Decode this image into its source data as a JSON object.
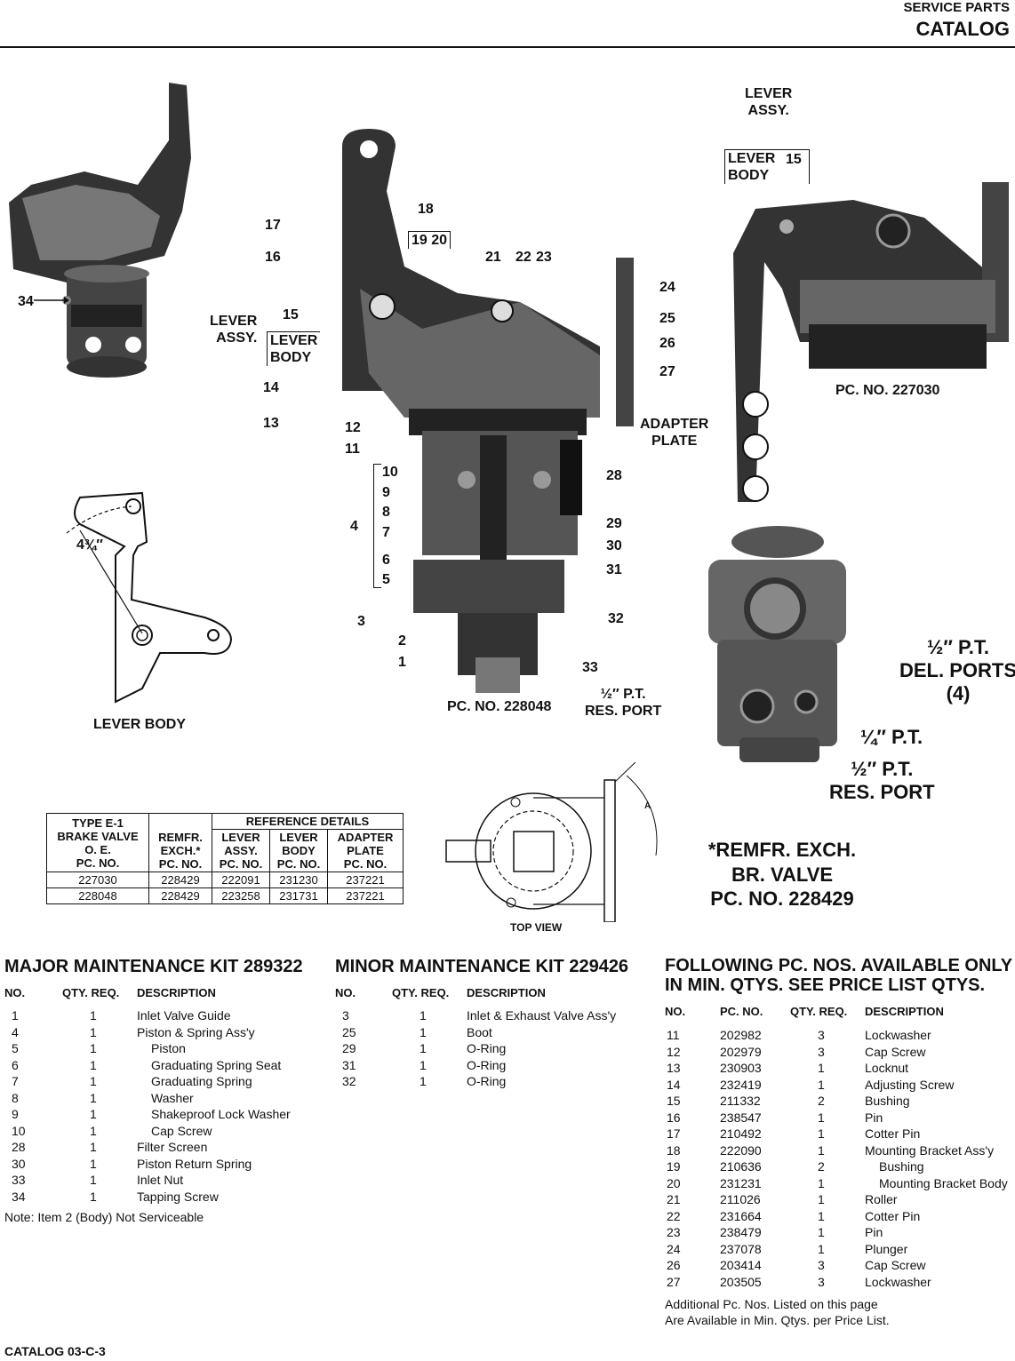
{
  "header": {
    "line1": "SERVICE PARTS",
    "line2": "CATALOG"
  },
  "figure_labels": {
    "lever_assy_top": "LEVER\nASSY.",
    "lever_body_right": "LEVER\nBODY",
    "lever_assy_mid": "LEVER\nASSY.",
    "lever_body_mid": "LEVER\nBODY",
    "adapter_plate": "ADAPTER\nPLATE",
    "res_port_mid": "½″ P.T.\nRES. PORT",
    "pc_no_mid": "PC. NO. 228048",
    "pc_no_right": "PC. NO. 227030",
    "lever_body_left": "LEVER BODY",
    "dim": "4¾″",
    "del_ports": "½″ P.T.\nDEL. PORTS\n(4)",
    "quarter_pt": "¼″ P.T.",
    "res_port_right": "½″ P.T.\nRES. PORT",
    "top_view": "TOP VIEW",
    "angle_a": "A",
    "n34": "34",
    "callouts": [
      "18",
      "19 20",
      "17",
      "16",
      "15",
      "14",
      "13",
      "12",
      "11",
      "10",
      "9",
      "8",
      "7",
      "6",
      "5",
      "4",
      "3",
      "2",
      "1",
      "21",
      "22",
      "23",
      "24",
      "25",
      "26",
      "27",
      "28",
      "29",
      "30",
      "31",
      "32",
      "33",
      "15"
    ]
  },
  "remfr": {
    "line1": "*REMFR. EXCH.",
    "line2": "BR. VALVE",
    "line3": "PC. NO. 228429"
  },
  "ref_table": {
    "group_header": "REFERENCE DETAILS",
    "h1": "TYPE E-1\nBRAKE VALVE\nO. E.\nPC. NO.",
    "h2": "REMFR.\nEXCH.*\nPC. NO.",
    "h3": "LEVER\nASSY.\nPC. NO.",
    "h4": "LEVER\nBODY\nPC. NO.",
    "h5": "ADAPTER\nPLATE\nPC. NO.",
    "rows": [
      [
        "227030",
        "228429",
        "222091",
        "231230",
        "237221"
      ],
      [
        "228048",
        "228429",
        "223258",
        "231731",
        "237221"
      ]
    ]
  },
  "major_kit": {
    "title": "MAJOR MAINTENANCE KIT 289322",
    "cols": [
      "NO.",
      "QTY. REQ.",
      "DESCRIPTION"
    ],
    "rows": [
      [
        "1",
        "1",
        "Inlet Valve Guide",
        0
      ],
      [
        "4",
        "1",
        "Piston & Spring Ass'y",
        0
      ],
      [
        "5",
        "1",
        "Piston",
        1
      ],
      [
        "6",
        "1",
        "Graduating Spring Seat",
        1
      ],
      [
        "7",
        "1",
        "Graduating Spring",
        1
      ],
      [
        "8",
        "1",
        "Washer",
        1
      ],
      [
        "9",
        "1",
        "Shakeproof Lock Washer",
        1
      ],
      [
        "10",
        "1",
        "Cap Screw",
        1
      ],
      [
        "28",
        "1",
        "Filter Screen",
        0
      ],
      [
        "30",
        "1",
        "Piston Return Spring",
        0
      ],
      [
        "33",
        "1",
        "Inlet Nut",
        0
      ],
      [
        "34",
        "1",
        "Tapping Screw",
        0
      ]
    ],
    "note": "Note: Item 2 (Body) Not Serviceable"
  },
  "minor_kit": {
    "title": "MINOR MAINTENANCE KIT 229426",
    "cols": [
      "NO.",
      "QTY. REQ.",
      "DESCRIPTION"
    ],
    "rows": [
      [
        "3",
        "1",
        "Inlet & Exhaust Valve Ass'y"
      ],
      [
        "25",
        "1",
        "Boot"
      ],
      [
        "29",
        "1",
        "O-Ring"
      ],
      [
        "31",
        "1",
        "O-Ring"
      ],
      [
        "32",
        "1",
        "O-Ring"
      ]
    ]
  },
  "min_qty": {
    "title1": "FOLLOWING PC. NOS. AVAILABLE ONLY",
    "title2": "IN MIN. QTYS. SEE PRICE LIST QTYS.",
    "cols": [
      "NO.",
      "PC. NO.",
      "QTY. REQ.",
      "DESCRIPTION"
    ],
    "rows": [
      [
        "11",
        "202982",
        "3",
        "Lockwasher",
        0
      ],
      [
        "12",
        "202979",
        "3",
        "Cap Screw",
        0
      ],
      [
        "13",
        "230903",
        "1",
        "Locknut",
        0
      ],
      [
        "14",
        "232419",
        "1",
        "Adjusting Screw",
        0
      ],
      [
        "15",
        "211332",
        "2",
        "Bushing",
        0
      ],
      [
        "16",
        "238547",
        "1",
        "Pin",
        0
      ],
      [
        "17",
        "210492",
        "1",
        "Cotter Pin",
        0
      ],
      [
        "18",
        "222090",
        "1",
        "Mounting Bracket Ass'y",
        0
      ],
      [
        "19",
        "210636",
        "2",
        "Bushing",
        1
      ],
      [
        "20",
        "231231",
        "1",
        "Mounting Bracket Body",
        1
      ],
      [
        "21",
        "211026",
        "1",
        "Roller",
        0
      ],
      [
        "22",
        "231664",
        "1",
        "Cotter Pin",
        0
      ],
      [
        "23",
        "238479",
        "1",
        "Pin",
        0
      ],
      [
        "24",
        "237078",
        "1",
        "Plunger",
        0
      ],
      [
        "26",
        "203414",
        "3",
        "Cap Screw",
        0
      ],
      [
        "27",
        "203505",
        "3",
        "Lockwasher",
        0
      ]
    ],
    "note1": "Additional Pc. Nos. Listed on this page",
    "note2": "Are Available in Min. Qtys. per Price List."
  },
  "footer": "CATALOG 03-C-3"
}
